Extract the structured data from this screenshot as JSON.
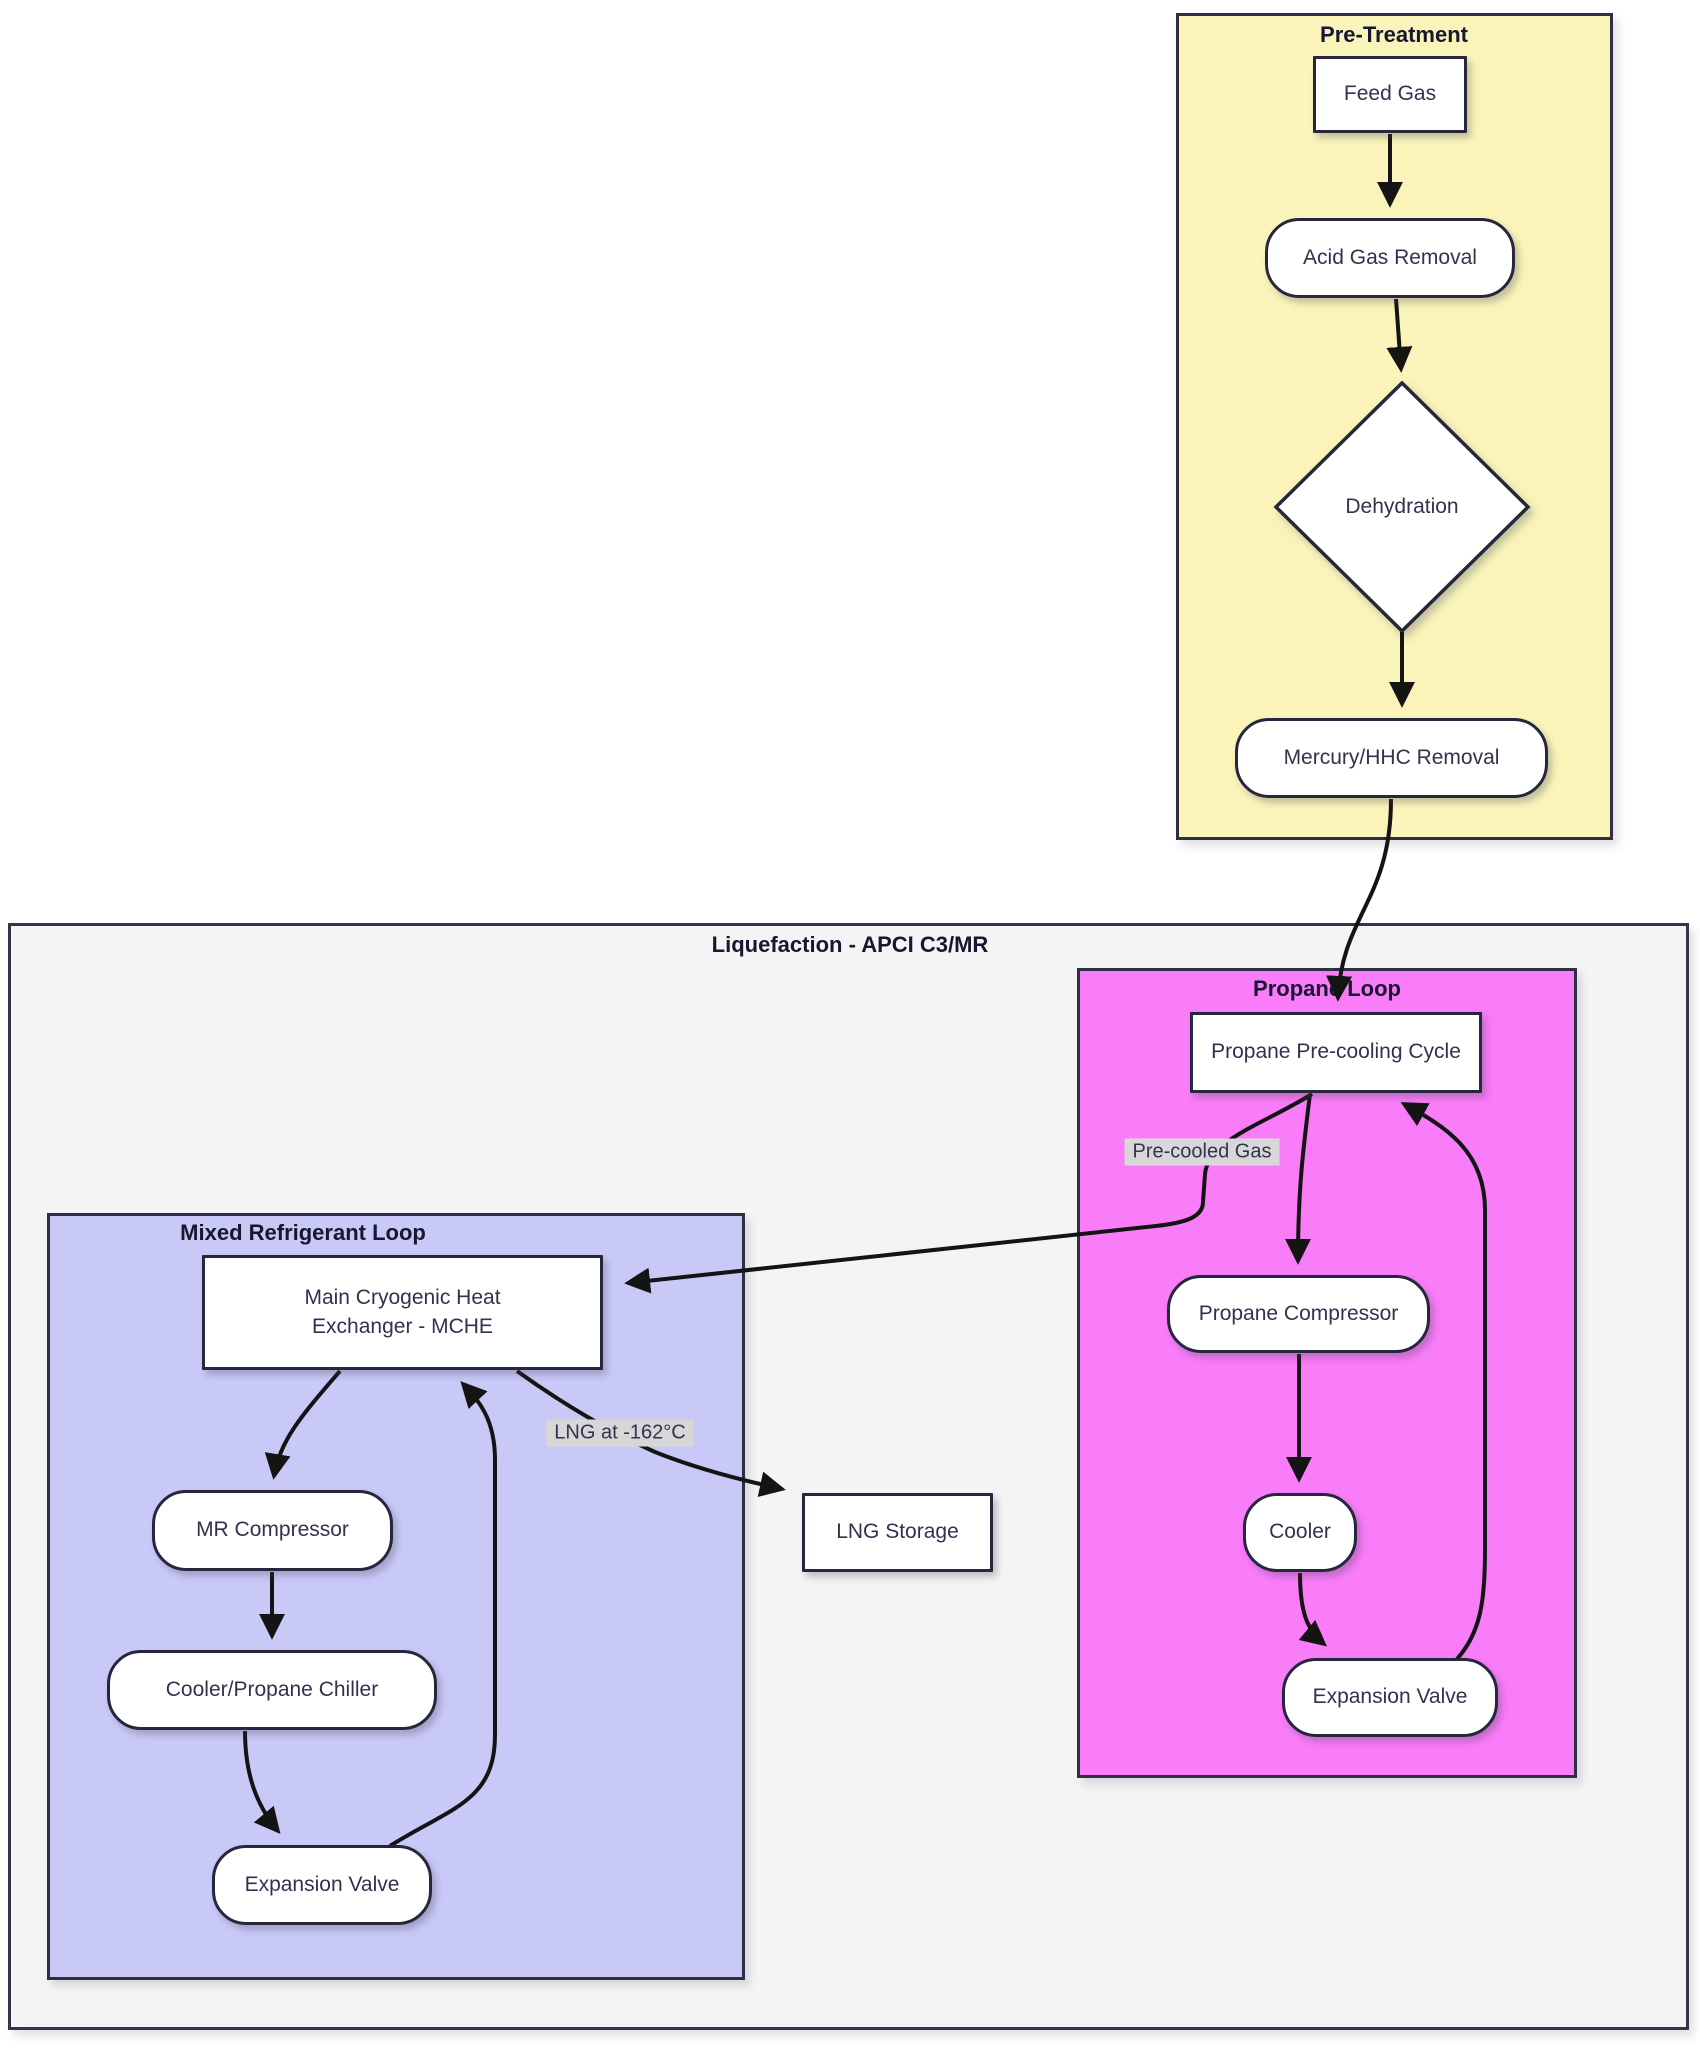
{
  "clusters": {
    "pretreatment": {
      "title": "Pre-Treatment",
      "fill": "#faf4ba",
      "border": "#2e2e44"
    },
    "liquefaction": {
      "title": "Liquefaction - APCI C3/MR",
      "fill": "#f4f4f5",
      "border": "#34344a"
    },
    "propane_loop": {
      "title": "Propane Loop",
      "fill": "#f97cf9",
      "border": "#2e2e44"
    },
    "mixed_refrigerant_loop": {
      "title": "Mixed Refrigerant Loop",
      "fill": "#c9c9f8",
      "border": "#2e2e44"
    }
  },
  "nodes": {
    "feed_gas": {
      "label": "Feed Gas",
      "shape": "rect"
    },
    "acid_gas_removal": {
      "label": "Acid Gas Removal",
      "shape": "stadium"
    },
    "dehydration": {
      "label": "Dehydration",
      "shape": "diamond"
    },
    "mercury_hhc_removal": {
      "label": "Mercury/HHC Removal",
      "shape": "stadium"
    },
    "propane_precooling_cycle": {
      "label": "Propane Pre-cooling Cycle",
      "shape": "rect"
    },
    "propane_compressor": {
      "label": "Propane Compressor",
      "shape": "stadium"
    },
    "cooler": {
      "label": "Cooler",
      "shape": "stadium"
    },
    "propane_expansion_valve": {
      "label": "Expansion Valve",
      "shape": "stadium"
    },
    "mche": {
      "label_line1": "Main Cryogenic Heat",
      "label_line2": "Exchanger - MCHE",
      "shape": "rect"
    },
    "mr_compressor": {
      "label": "MR Compressor",
      "shape": "stadium"
    },
    "cooler_propane_chiller": {
      "label": "Cooler/Propane Chiller",
      "shape": "stadium"
    },
    "mr_expansion_valve": {
      "label": "Expansion Valve",
      "shape": "stadium"
    },
    "lng_storage": {
      "label": "LNG Storage",
      "shape": "rect"
    }
  },
  "edge_labels": {
    "pre_cooled_gas": "Pre-cooled Gas",
    "lng_temp": "LNG at -162°C"
  },
  "colors": {
    "node_fill": "#ffffff",
    "node_border": "#26263d",
    "edge_stroke": "#141414",
    "text": "#32324f",
    "edge_label_bg": "#d7d7d7",
    "title_text": "#17172f"
  }
}
